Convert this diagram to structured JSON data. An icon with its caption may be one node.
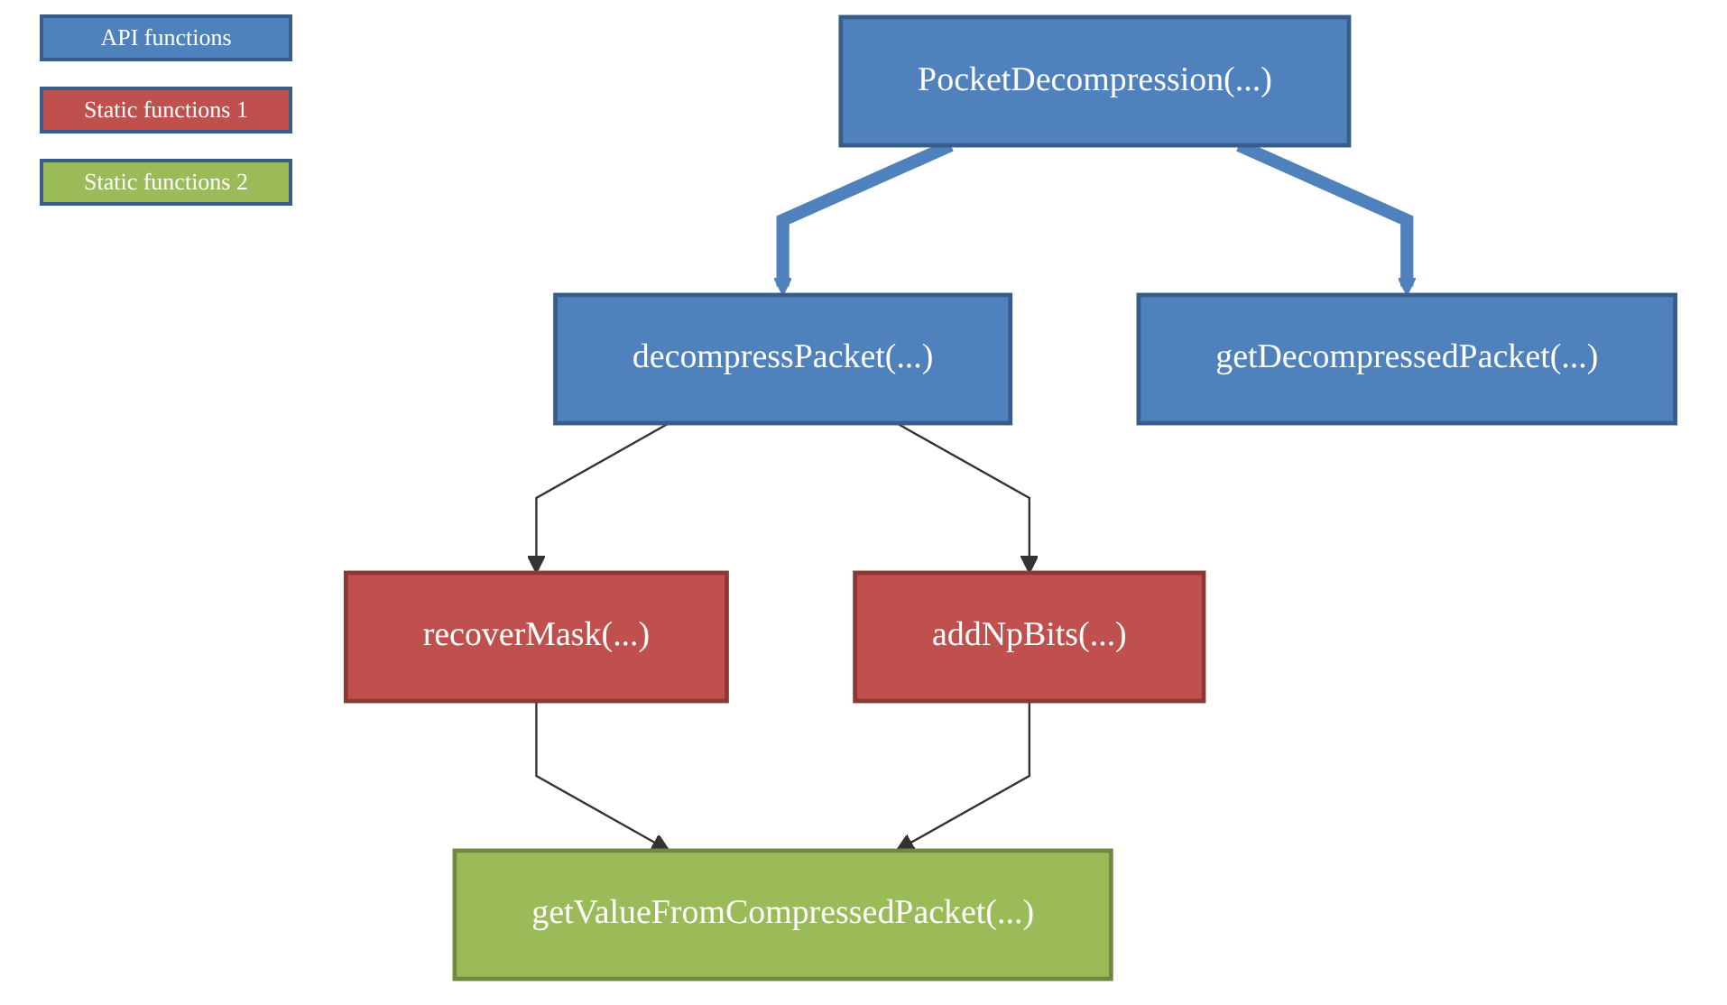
{
  "diagram": {
    "nodes": [
      {
        "text": [
          "PocketDecompression(...)"
        ]
      },
      {
        "text": [
          "decompressPacket(...)"
        ]
      },
      {
        "text": [
          "getDecompressedPacket(...)"
        ]
      },
      {
        "text": [
          "recoverMask(...)"
        ]
      },
      {
        "text": [
          "addNpBits(...)"
        ]
      },
      {
        "text": [
          "getValueFromCompressedPacket(...)"
        ]
      }
    ],
    "edges": [
      {
        "from": 0,
        "to": 1,
        "arrow": "to",
        "style": "thick",
        "color": "#4f81bd"
      },
      {
        "from": 0,
        "to": 2,
        "arrow": "to",
        "style": "thick",
        "color": "#4f81bd"
      },
      {
        "from": 1,
        "to": 3,
        "arrow": "to"
      },
      {
        "from": 1,
        "to": 4,
        "arrow": "to"
      },
      {
        "from": 3,
        "to": 5,
        "arrow": "to"
      },
      {
        "from": 4,
        "to": 5,
        "arrow": "to"
      }
    ],
    "legend": [
      {
        "text": "API functions",
        "color": "#4f81bd"
      },
      {
        "text": "Static functions 1",
        "color": "#c0504d"
      },
      {
        "text": "Static functions 2",
        "color": "#9bbb59"
      }
    ]
  }
}
